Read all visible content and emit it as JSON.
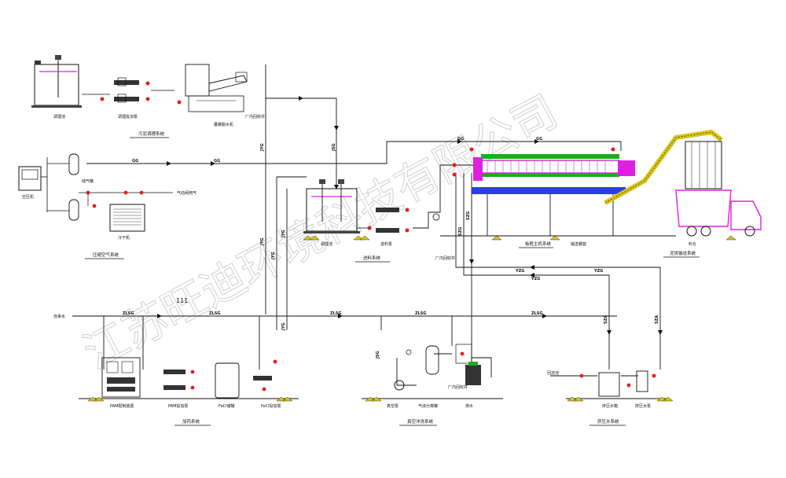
{
  "marker": "111",
  "systems": {
    "flocculant": "污泥调理系统",
    "compressed_air": "压缩空气系统",
    "feed": "进料系统",
    "filter_press": "板框主机系统",
    "sludge_transport": "泥饼输送系统",
    "dosing": "加药系统",
    "vacuum_wash": "真空冲洗系统",
    "squeeze": "挤压水系统"
  },
  "equipment": {
    "flocculant_tank": "调理池",
    "flocculant_pumps": "调理投加泵",
    "screw_dewater": "叠螺脱水机",
    "air_compressor": "空压机",
    "air_tank": "储气罐",
    "dryer": "冷干机",
    "feed_tank": "调理池",
    "feed_pump": "进料泵",
    "conveyor": "输送螺旋",
    "truck": "料仓",
    "pam_unit": "PAM配制装置",
    "pam_pump": "PAM投加泵",
    "fecl_tank": "FeCl储罐",
    "fecl_pump": "FeCl投加泵",
    "vacuum_pump": "真空泵",
    "gas_separator": "气液分离罐",
    "squeeze_tank": "挤压水箱",
    "squeeze_pump": "挤压水泵"
  },
  "pipes": {
    "gas": "GG",
    "zlsg": "ZLSG",
    "jyg": "JYG",
    "yzg": "YZG",
    "szg": "SZG",
    "szag": "SZA",
    "jsg": "JSG"
  },
  "notes": {
    "water_in": "自来水",
    "air_out": "气动阀用气",
    "drain": "排水",
    "return": "回流池",
    "back_a": "厂内回收井",
    "back_b": "厂内回收井",
    "waste": "厂内回收井"
  },
  "watermark": "江苏旺迪环境科技有限公司"
}
